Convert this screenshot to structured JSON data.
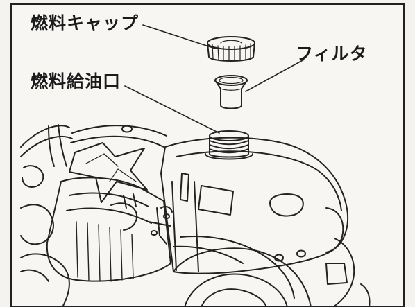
{
  "diagram": {
    "labels": {
      "fuel_cap": "燃料キャップ",
      "filter": "フィルタ",
      "fuel_filler_port": "燃料給油口"
    }
  }
}
